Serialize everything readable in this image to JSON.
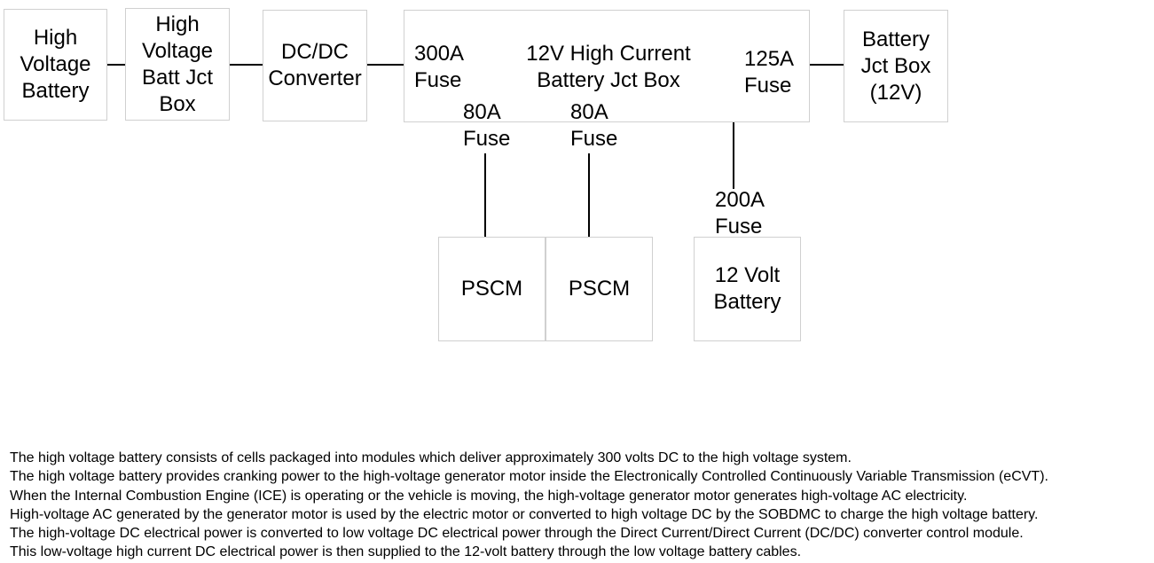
{
  "components": {
    "hv_battery": "High\nVoltage\nBattery",
    "hv_batt_jct_box": "High\nVoltage\nBatt Jct\nBox",
    "dcdc_converter": "DC/DC\nConverter",
    "hc_battery_jct_box": "12V High Current\nBattery Jct Box",
    "battery_jct_box_12v": "Battery\nJct Box\n(12V)",
    "pscm_1": "PSCM",
    "pscm_2": "PSCM",
    "battery_12v": "12 Volt\nBattery"
  },
  "fuses": {
    "fuse_300a": "300A\nFuse",
    "fuse_125a": "125A\nFuse",
    "fuse_80a_1": "80A\nFuse",
    "fuse_80a_2": "80A\nFuse",
    "fuse_200a": "200A\nFuse"
  },
  "notes": [
    "The high voltage battery consists of cells packaged into modules which deliver approximately 300 volts DC to the high voltage system.",
    "The high voltage battery provides cranking power to the high-voltage generator motor inside the Electronically Controlled Continuously Variable Transmission (eCVT).",
    "When the Internal Combustion Engine (ICE) is operating or the vehicle is moving, the high-voltage generator motor generates high-voltage AC electricity.",
    "High-voltage AC generated by the generator motor is used by the electric motor or converted to high voltage DC by the SOBDMC to charge the high voltage battery.",
    "The high-voltage DC electrical power is converted to low voltage DC electrical power through the Direct Current/Direct Current (DC/DC) converter control module.",
    "This low-voltage high current DC electrical power is then supplied to the 12-volt battery through the low voltage battery cables."
  ]
}
